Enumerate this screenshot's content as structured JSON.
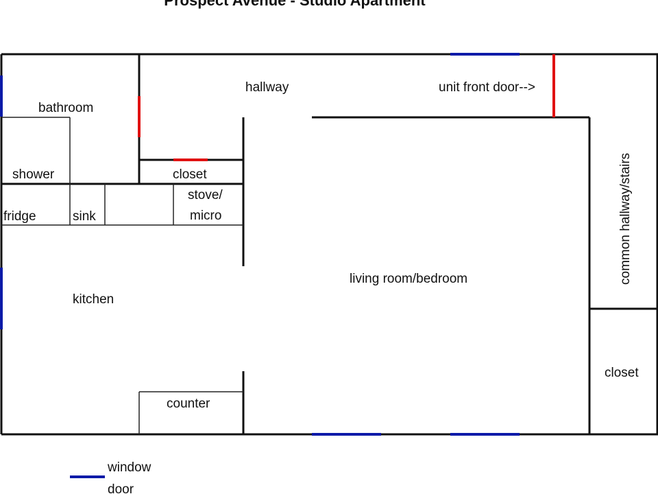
{
  "title": "Prospect Avenue - Studio Apartment",
  "rooms": {
    "hallway": "hallway",
    "front_door": "unit front door-->",
    "bathroom": "bathroom",
    "shower": "shower",
    "closet_inner": "closet",
    "fridge": "fridge",
    "sink": "sink",
    "stove_line1": "stove/",
    "stove_line2": "micro",
    "kitchen": "kitchen",
    "living": "living room/bedroom",
    "common": "common hallway/stairs",
    "closet_right": "closet",
    "counter": "counter"
  },
  "legend": {
    "window": "window",
    "door": "door"
  },
  "colors": {
    "window": "#0a1aa8",
    "door": "#e01010",
    "wall": "#111111"
  }
}
